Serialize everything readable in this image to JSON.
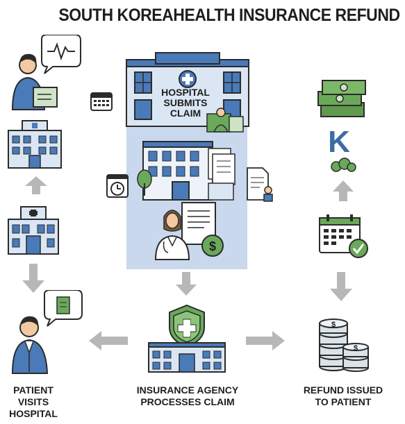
{
  "title": "SOUTH KOREAHEALTH INSURANCE REFUND",
  "hospital_label": [
    "HOSPITAL",
    "SUBMITS",
    "CLAIM"
  ],
  "refund_letter": "K",
  "captions": {
    "patient": [
      "PATIENT",
      "VISITS",
      "HOSPITAL"
    ],
    "agency": [
      "INSURANCE AGENCY",
      "PROCESSES CLAIM"
    ],
    "refund": [
      "REFUND ISSUED",
      "TO PATIENT"
    ]
  },
  "colors": {
    "accent_blue": "#4a7ab8",
    "panel_blue": "#c9d8ec",
    "green": "#6aa95a",
    "arrow_gray": "#b7b7b7",
    "dark": "#2b2b2b"
  }
}
